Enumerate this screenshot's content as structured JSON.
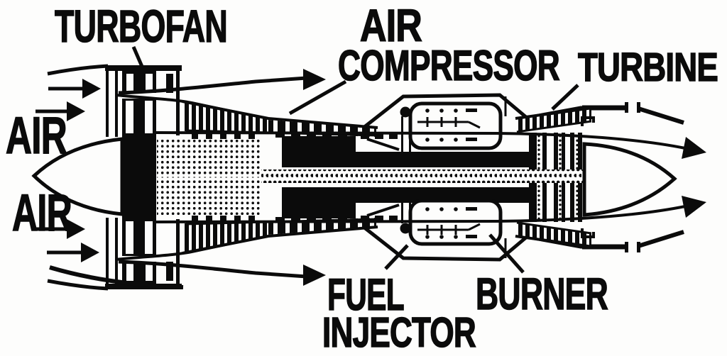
{
  "diagram": {
    "type": "cutaway-schematic",
    "subject": "turbofan jet engine cross-section",
    "ink_color": "#0b0b0b",
    "paper_color": "#fdfdfc",
    "labels": {
      "turbofan": "TURBOFAN",
      "air_compressor_line1": "AIR",
      "air_compressor_line2": "COMPRESSOR",
      "turbine": "TURBINE",
      "air_inlet_top": "AIR",
      "air_inlet_bottom": "AIR",
      "fuel_injector_line1": "FUEL",
      "fuel_injector_line2": "INJECTOR",
      "burner": "BURNER"
    }
  }
}
